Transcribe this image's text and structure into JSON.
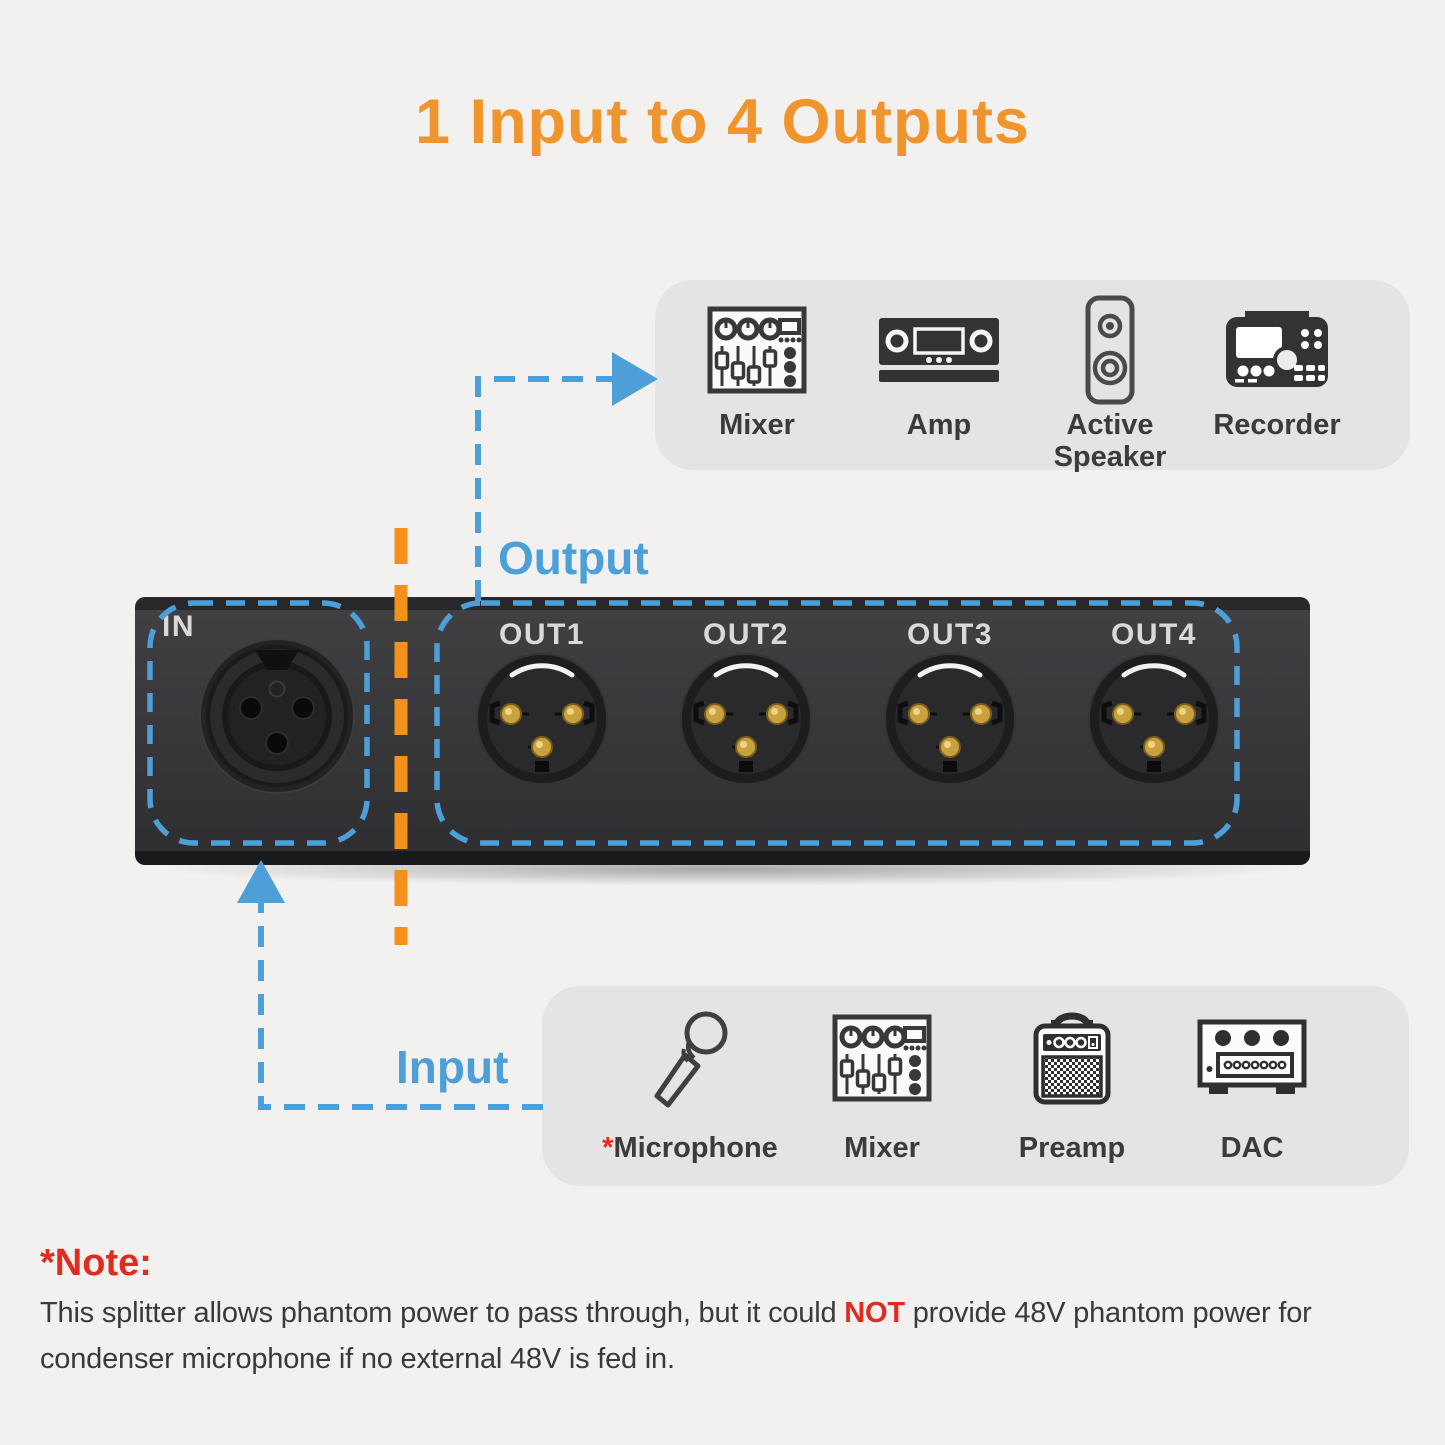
{
  "title": "1 Input to 4 Outputs",
  "colors": {
    "accent_orange": "#F0942D",
    "dash_orange": "#F2921D",
    "accent_blue": "#4D9FD8",
    "note_red": "#E02B20",
    "panel_gray": "#E4E4E4",
    "text_dark": "#3B3B3B"
  },
  "splitter": {
    "input_label": "IN",
    "output_labels": [
      "OUT1",
      "OUT2",
      "OUT3",
      "OUT4"
    ]
  },
  "output_group": {
    "label": "Output",
    "devices": [
      {
        "name": "Mixer",
        "icon": "mixer-icon"
      },
      {
        "name": "Amp",
        "icon": "amp-icon"
      },
      {
        "name": "Active Speaker",
        "icon": "active-speaker-icon"
      },
      {
        "name": "Recorder",
        "icon": "recorder-icon"
      }
    ]
  },
  "input_group": {
    "label": "Input",
    "devices": [
      {
        "prefix": "*",
        "name": "Microphone",
        "icon": "microphone-icon"
      },
      {
        "name": "Mixer",
        "icon": "mixer-icon"
      },
      {
        "name": "Preamp",
        "icon": "preamp-icon"
      },
      {
        "name": "DAC",
        "icon": "dac-icon"
      }
    ]
  },
  "note": {
    "heading": "*Note:",
    "body_before": "This splitter allows phantom power to pass through, but it could ",
    "highlight": "NOT",
    "body_after": " provide 48V phantom power for condenser microphone if no external 48V is fed in."
  }
}
